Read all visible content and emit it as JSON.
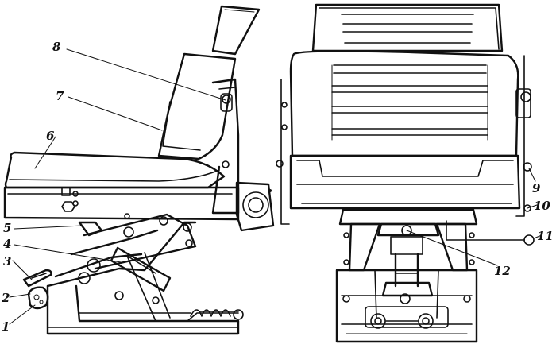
{
  "colors": {
    "ink": "#111111",
    "paper": "#ffffff"
  },
  "callouts": [
    {
      "id": "c1",
      "label": "1"
    },
    {
      "id": "c2",
      "label": "2"
    },
    {
      "id": "c3",
      "label": "3"
    },
    {
      "id": "c4",
      "label": "4"
    },
    {
      "id": "c5",
      "label": "5"
    },
    {
      "id": "c6",
      "label": "6"
    },
    {
      "id": "c7",
      "label": "7"
    },
    {
      "id": "c8",
      "label": "8"
    },
    {
      "id": "c9",
      "label": "9"
    },
    {
      "id": "c10",
      "label": "10"
    },
    {
      "id": "c11",
      "label": "11"
    },
    {
      "id": "c12",
      "label": "12"
    }
  ]
}
